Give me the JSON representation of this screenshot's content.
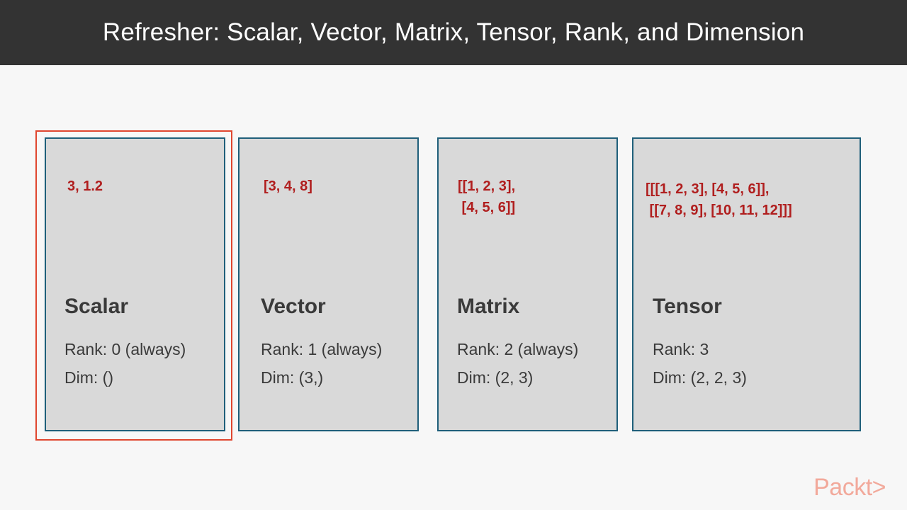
{
  "title": "Refresher: Scalar, Vector, Matrix, Tensor, Rank, and Dimension",
  "cards": [
    {
      "data": "3, 1.2",
      "name": "Scalar",
      "rank": "Rank: 0 (always)",
      "dim": "Dim: ()"
    },
    {
      "data": "[3, 4, 8]",
      "name": "Vector",
      "rank": "Rank: 1 (always)",
      "dim": "Dim: (3,)"
    },
    {
      "data": "[[1, 2, 3],\n [4, 5, 6]]",
      "name": "Matrix",
      "rank": "Rank: 2 (always)",
      "dim": "Dim: (2, 3)"
    },
    {
      "data": "[[[1, 2, 3], [4, 5, 6]],\n [[7, 8, 9], [10, 11, 12]]]",
      "name": "Tensor",
      "rank": "Rank: 3",
      "dim": "Dim: (2, 2, 3)"
    }
  ],
  "highlighted_card": "Scalar",
  "logo": "Packt>",
  "colors": {
    "title_bar": "#333333",
    "card_fill": "#d9d9d9",
    "card_border": "#1f5f7a",
    "data_text": "#b01e1e",
    "highlight_border": "#e0462f",
    "logo": "#f2a99b"
  }
}
